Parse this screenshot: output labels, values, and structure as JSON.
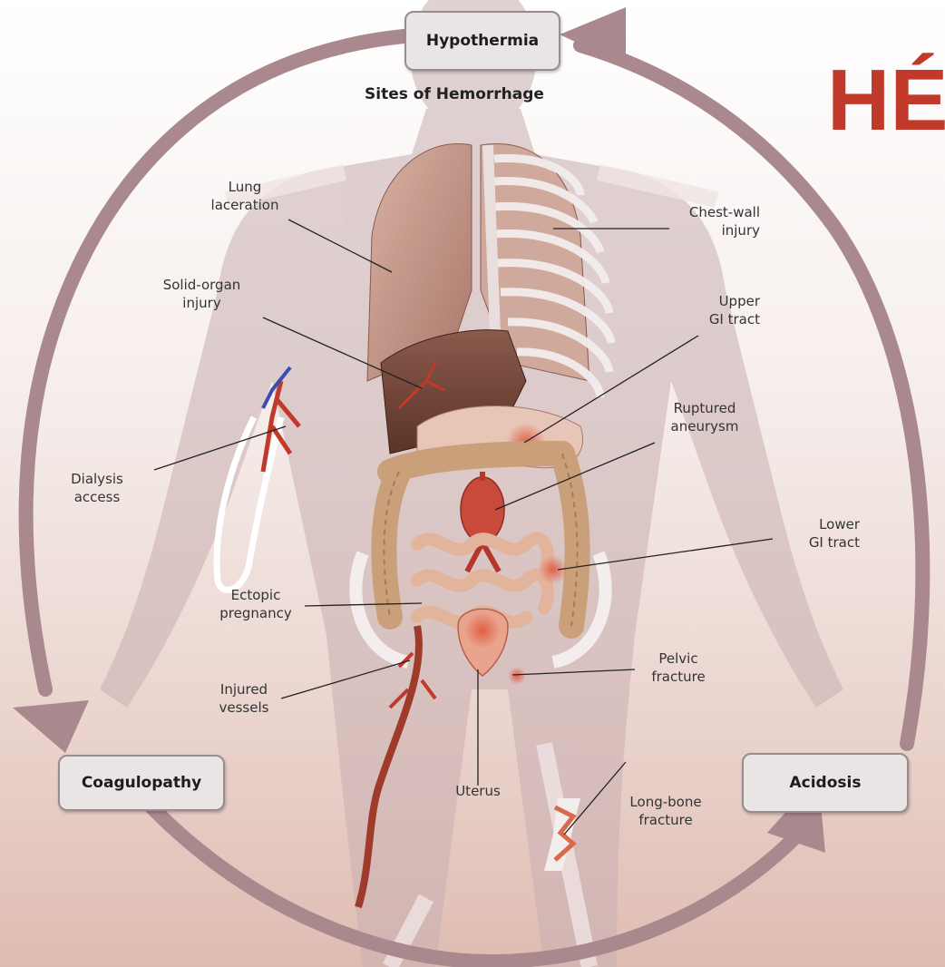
{
  "title_fragment": "HÉ",
  "heading": "Sites of Hemorrhage",
  "cycle": {
    "top": "Hypothermia",
    "left": "Coagulopathy",
    "right": "Acidosis"
  },
  "labels": {
    "lung": [
      "Lung",
      "laceration"
    ],
    "solid_organ": [
      "Solid-organ",
      "injury"
    ],
    "dialysis": [
      "Dialysis",
      "access"
    ],
    "ectopic": [
      "Ectopic",
      "pregnancy"
    ],
    "injured_vessels": [
      "Injured",
      "vessels"
    ],
    "uterus": [
      "Uterus"
    ],
    "chest_wall": [
      "Chest-wall",
      "injury"
    ],
    "upper_gi": [
      "Upper",
      "GI tract"
    ],
    "ruptured": [
      "Ruptured",
      "aneurysm"
    ],
    "lower_gi": [
      "Lower",
      "GI tract"
    ],
    "pelvic": [
      "Pelvic",
      "fracture"
    ],
    "long_bone": [
      "Long-bone",
      "fracture"
    ]
  },
  "colors": {
    "cycle_arrow": "#a9888e",
    "box_border": "#9b8a8f",
    "title_red": "#c0392b"
  }
}
